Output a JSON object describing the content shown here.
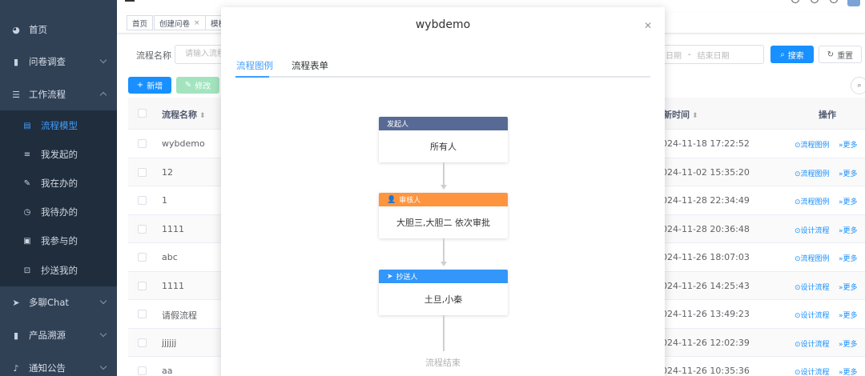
{
  "sidebar": {
    "items": [
      {
        "label": "首页",
        "icon": "dashboard-icon"
      },
      {
        "label": "问卷调查",
        "icon": "survey-icon"
      },
      {
        "label": "工作流程",
        "icon": "workflow-icon"
      },
      {
        "label": "多聊Chat",
        "icon": "send-icon"
      },
      {
        "label": "产品溯源",
        "icon": "info-icon"
      },
      {
        "label": "通知公告",
        "icon": "bell-icon"
      }
    ],
    "subitems": [
      {
        "label": "流程模型",
        "icon": "doc-icon"
      },
      {
        "label": "我发起的",
        "icon": "sliders-icon"
      },
      {
        "label": "我在办的",
        "icon": "edit-icon"
      },
      {
        "label": "我待办的",
        "icon": "clock-icon"
      },
      {
        "label": "我参与的",
        "icon": "team-icon"
      },
      {
        "label": "抄送我的",
        "icon": "copy-icon"
      }
    ]
  },
  "tags": [
    {
      "label": "首页",
      "closable": false
    },
    {
      "label": "创建问卷",
      "closable": true,
      "close": "×"
    },
    {
      "label": "模板",
      "closable": false
    }
  ],
  "filter": {
    "name_label": "流程名称",
    "name_placeholder": "请输入流程",
    "start_placeholder": "日期",
    "sep": "-",
    "end_placeholder": "结束日期",
    "search_label": "搜索",
    "reset_label": "重置"
  },
  "toolbar": {
    "add_label": "新增",
    "edit_label": "修改"
  },
  "table": {
    "col_name": "流程名称",
    "col_time": "新时间",
    "col_op": "操作",
    "rows": [
      {
        "name": "wybdemo",
        "time": "024-11-18 17:22:52",
        "op1": "流程图例",
        "op2": "更多"
      },
      {
        "name": "12",
        "time": "024-11-02 15:35:20",
        "op1": "流程图例",
        "op2": "更多"
      },
      {
        "name": "1",
        "time": "024-11-28 22:34:49",
        "op1": "流程图例",
        "op2": "更多"
      },
      {
        "name": "1111",
        "time": "024-11-28 20:36:48",
        "op1": "设计流程",
        "op2": "更多"
      },
      {
        "name": "abc",
        "time": "024-11-26 18:07:03",
        "op1": "流程图例",
        "op2": "更多"
      },
      {
        "name": "1111",
        "time": "024-11-26 14:25:43",
        "op1": "设计流程",
        "op2": "更多"
      },
      {
        "name": "请假流程",
        "time": "024-11-26 13:49:23",
        "op1": "设计流程",
        "op2": "更多"
      },
      {
        "name": "jjjjjj",
        "time": "024-11-26 12:02:39",
        "op1": "设计流程",
        "op2": "更多"
      },
      {
        "name": "aa",
        "time": "024-11-26 10:35:36",
        "op1": "设计流程",
        "op2": "更多"
      }
    ]
  },
  "modal": {
    "title": "wybdemo",
    "tabs": [
      "流程图例",
      "流程表单"
    ],
    "nodes": [
      {
        "head": "发起人",
        "body": "所有人",
        "color": "#576a95",
        "icon": ""
      },
      {
        "head": "审核人",
        "body": "大胆三,大胆二 依次审批",
        "color": "#ff943e",
        "icon": "user-icon"
      },
      {
        "head": "抄送人",
        "body": "土旦,小秦",
        "color": "#3296fa",
        "icon": "send-icon"
      }
    ],
    "end_label": "流程结束"
  },
  "colors": {
    "sidebar_bg": "#304156",
    "primary": "#1890ff",
    "active_menu": "#409eff"
  }
}
